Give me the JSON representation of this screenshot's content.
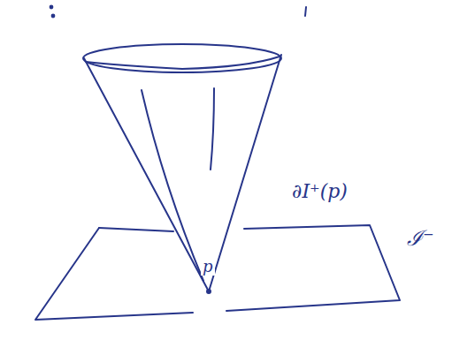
{
  "diagram": {
    "labels": [
      "∂I⁺(p)",
      "p",
      "ℐ⁻"
    ]
  }
}
